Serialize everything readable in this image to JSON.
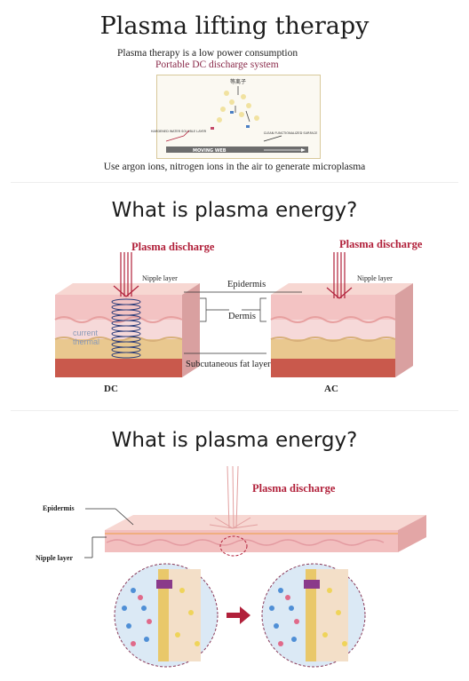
{
  "section1": {
    "title": "Plasma lifting therapy",
    "line1": "Plasma therapy is a low power consumption",
    "line2": "Portable DC discharge system",
    "diagram": {
      "top_label": "等离子",
      "left_label": "HARDENED WATER SOLUBLE LAYER",
      "right_label": "CLEAN FUNCTIONALIZED SURFACE",
      "bottom_label": "MOVING WEB"
    },
    "caption": "Use argon ions, nitrogen ions in the air to generate microplasma"
  },
  "section2": {
    "title": "What is plasma energy?",
    "left_discharge": "Plasma discharge",
    "right_discharge": "Plasma discharge",
    "left_nipple": "Nipple layer",
    "right_nipple": "Nipple layer",
    "epidermis": "Epidermis",
    "dermis": "Dermis",
    "fat": "Subcutaneous fat layer",
    "current_line1": "current",
    "current_line2": "thermal",
    "dc": "DC",
    "ac": "AC"
  },
  "section3": {
    "title": "What is plasma energy?",
    "discharge": "Plasma discharge",
    "epidermis": "Epidermis",
    "nipple": "Nipple layer"
  },
  "colors": {
    "accent_red": "#b1203a",
    "skin_pink": "#f2c6c6",
    "fat_yellow": "#e8c98a"
  }
}
